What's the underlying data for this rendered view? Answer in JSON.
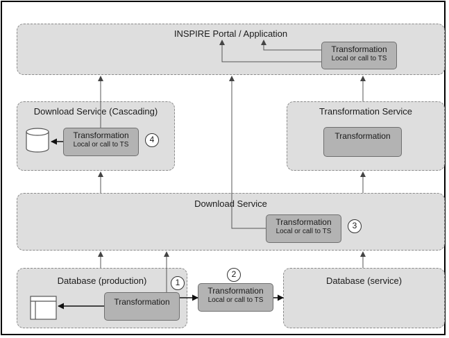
{
  "panels": {
    "portal": "INSPIRE Portal / Application",
    "download_cascading": "Download Service (Cascading)",
    "transformation_service": "Transformation Service",
    "download_service": "Download Service",
    "db_production": "Database (production)",
    "db_service": "Database (service)"
  },
  "transforms": {
    "portal": {
      "title": "Transformation",
      "sub": "Local or call to TS"
    },
    "cascading": {
      "title": "Transformation",
      "sub": "Local or call to TS"
    },
    "ts": {
      "title": "Transformation"
    },
    "download": {
      "title": "Transformation",
      "sub": "Local or call to TS"
    },
    "production": {
      "title": "Transformation"
    },
    "between": {
      "title": "Transformation",
      "sub": "Local or call to TS"
    }
  },
  "markers": {
    "one": "1",
    "two": "2",
    "three": "3",
    "four": "4"
  },
  "icons": {
    "storage": "database-cylinder-icon",
    "table": "table-window-icon"
  },
  "colors": {
    "panel_fill": "#dedede",
    "transform_fill": "#b3b3b3",
    "arrow": "#555555"
  }
}
